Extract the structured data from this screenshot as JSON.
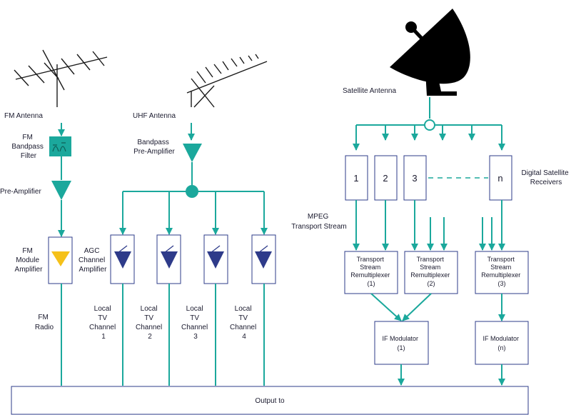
{
  "fm": {
    "antenna": "FM Antenna",
    "filter": [
      "FM",
      "Bandpass",
      "Filter"
    ],
    "preamp": "Pre-Amplifier",
    "module_amp": [
      "FM",
      "Module",
      "Amplifier"
    ],
    "radio": [
      "FM",
      "Radio"
    ]
  },
  "uhf": {
    "antenna": "UHF Antenna",
    "preamp": [
      "Bandpass",
      "Pre-Amplifier"
    ],
    "agc": [
      "AGC",
      "Channel",
      "Amplifier"
    ],
    "channels": [
      [
        "Local",
        "TV",
        "Channel",
        "1"
      ],
      [
        "Local",
        "TV",
        "Channel",
        "2"
      ],
      [
        "Local",
        "TV",
        "Channel",
        "3"
      ],
      [
        "Local",
        "TV",
        "Channel",
        "4"
      ]
    ]
  },
  "satellite": {
    "antenna": "Satellite Antenna",
    "receivers": [
      "1",
      "2",
      "3",
      "n"
    ],
    "receivers_label": [
      "Digital Satellite",
      "Receivers"
    ],
    "mpeg": [
      "MPEG",
      "Transport Stream"
    ],
    "remux": [
      [
        "Transport",
        "Stream",
        "Remultiplexer",
        "(1)"
      ],
      [
        "Transport",
        "Stream",
        "Remultiplexer",
        "(2)"
      ],
      [
        "Transport",
        "Stream",
        "Remultiplexer",
        "(3)"
      ]
    ],
    "modulators": [
      [
        "IF Modulator",
        "(1)"
      ],
      [
        "IF Modulator",
        "(n)"
      ]
    ]
  },
  "output": "Output to",
  "colors": {
    "line": "#1ba89c",
    "box_border": "#2e3b8a",
    "amp_navy": "#2e3b8a",
    "amp_yellow": "#f5c11a"
  }
}
